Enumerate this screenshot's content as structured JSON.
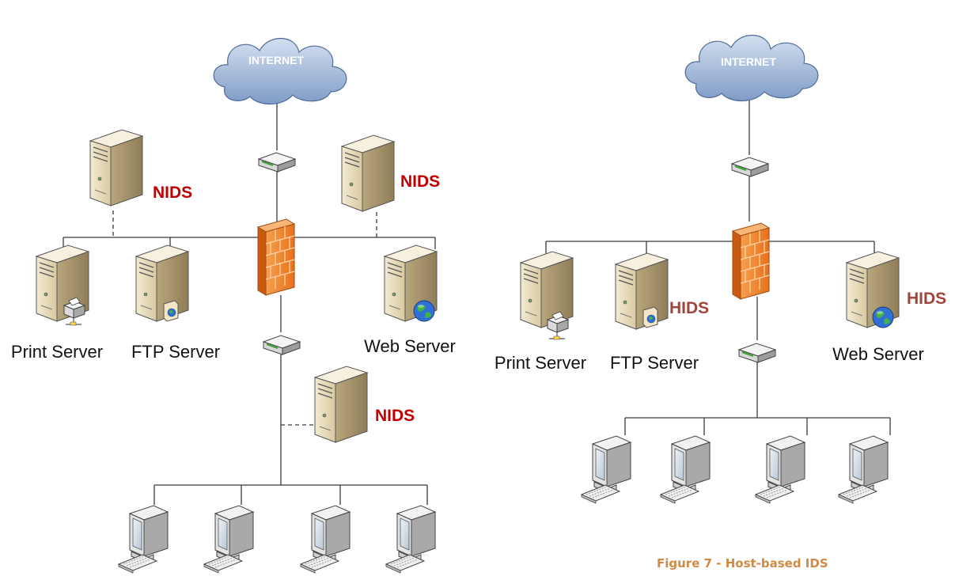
{
  "colors": {
    "nids": "#c00000",
    "hids": "#a0453c",
    "caption": "#d08a46",
    "cloud": "#a9bfdc",
    "firewall": "#f07f2a"
  },
  "left": {
    "internet_label": "INTERNET",
    "nids_label": "NIDS",
    "print_server_label": "Print Server",
    "ftp_server_label": "FTP Server",
    "web_server_label": "Web Server"
  },
  "right": {
    "internet_label": "INTERNET",
    "hids_label": "HIDS",
    "print_server_label": "Print Server",
    "ftp_server_label": "FTP Server",
    "web_server_label": "Web Server",
    "caption": "Figure 7 - Host-based IDS"
  }
}
